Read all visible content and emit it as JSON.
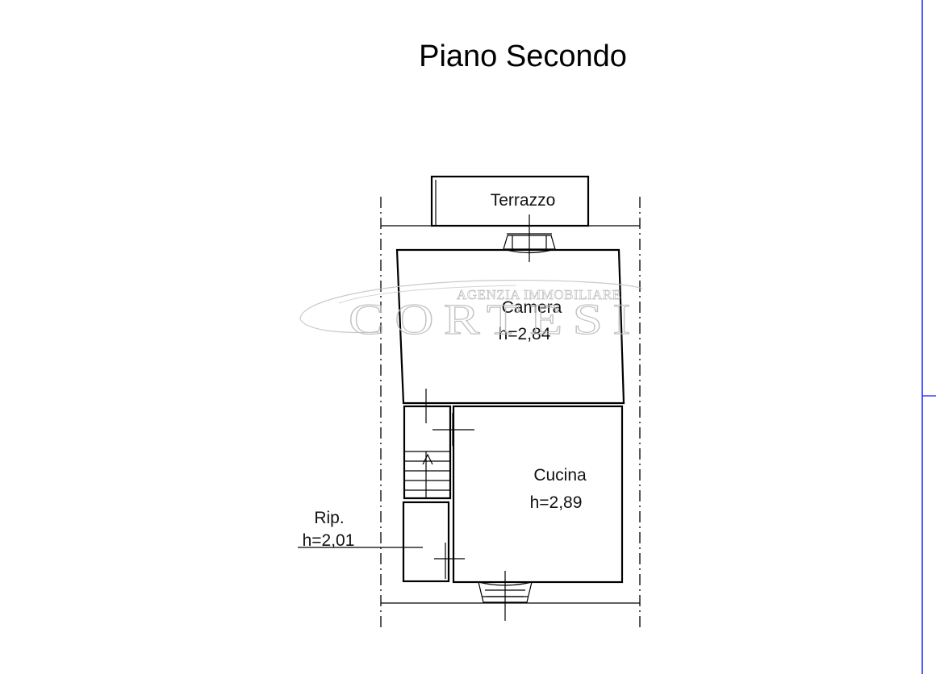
{
  "title": "Piano Secondo",
  "rooms": {
    "terrace": {
      "name": "Terrazzo"
    },
    "bedroom": {
      "name": "Camera",
      "height": "h=2,84"
    },
    "kitchen": {
      "name": "Cucina",
      "height": "h=2,89"
    },
    "storage": {
      "name": "Rip.",
      "height": "h=2,01"
    }
  },
  "watermark": {
    "line1": "AGENZIA IMMOBILIARE",
    "line2": "CORTESI"
  },
  "colors": {
    "lines": "#000000",
    "watermark": "#bdbdbd",
    "frame": "#1a1aff"
  }
}
